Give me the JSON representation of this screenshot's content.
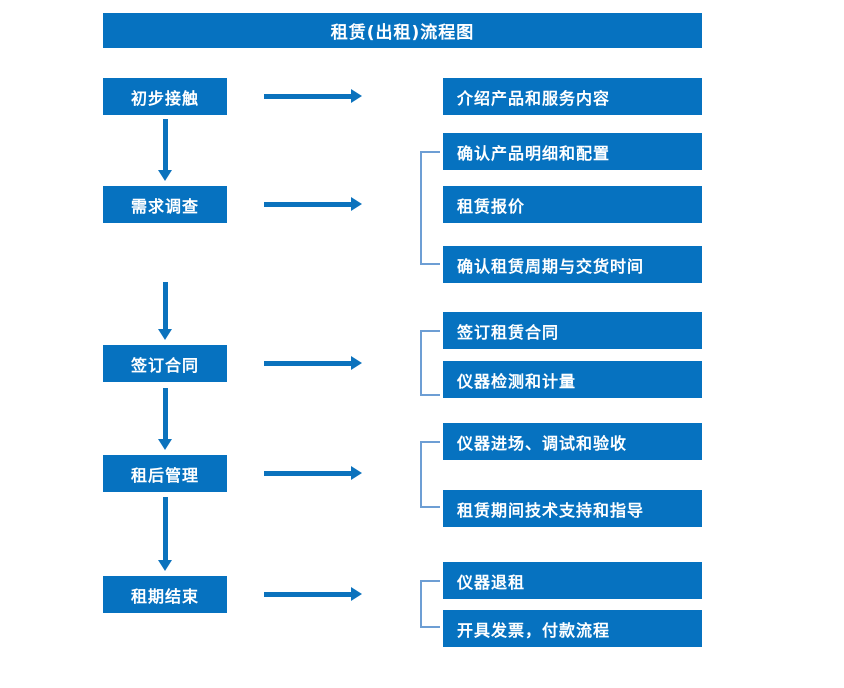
{
  "diagram": {
    "title": "租赁(出租)流程图",
    "accent_color": "#0672c0",
    "arrow_color": "#0b72bd",
    "bracket_color": "#6d9ed4",
    "text_color": "#ffffff",
    "background_color": "#ffffff",
    "stages": [
      {
        "label": "初步接触"
      },
      {
        "label": "需求调查"
      },
      {
        "label": "签订合同"
      },
      {
        "label": "租后管理"
      },
      {
        "label": "租期结束"
      }
    ],
    "details": [
      {
        "label": "介绍产品和服务内容"
      },
      {
        "label": "确认产品明细和配置"
      },
      {
        "label": "租赁报价"
      },
      {
        "label": "确认租赁周期与交货时间"
      },
      {
        "label": "签订租赁合同"
      },
      {
        "label": "仪器检测和计量"
      },
      {
        "label": "仪器进场、调试和验收"
      },
      {
        "label": "租赁期间技术支持和指导"
      },
      {
        "label": "仪器退租"
      },
      {
        "label": "开具发票，付款流程"
      }
    ]
  }
}
